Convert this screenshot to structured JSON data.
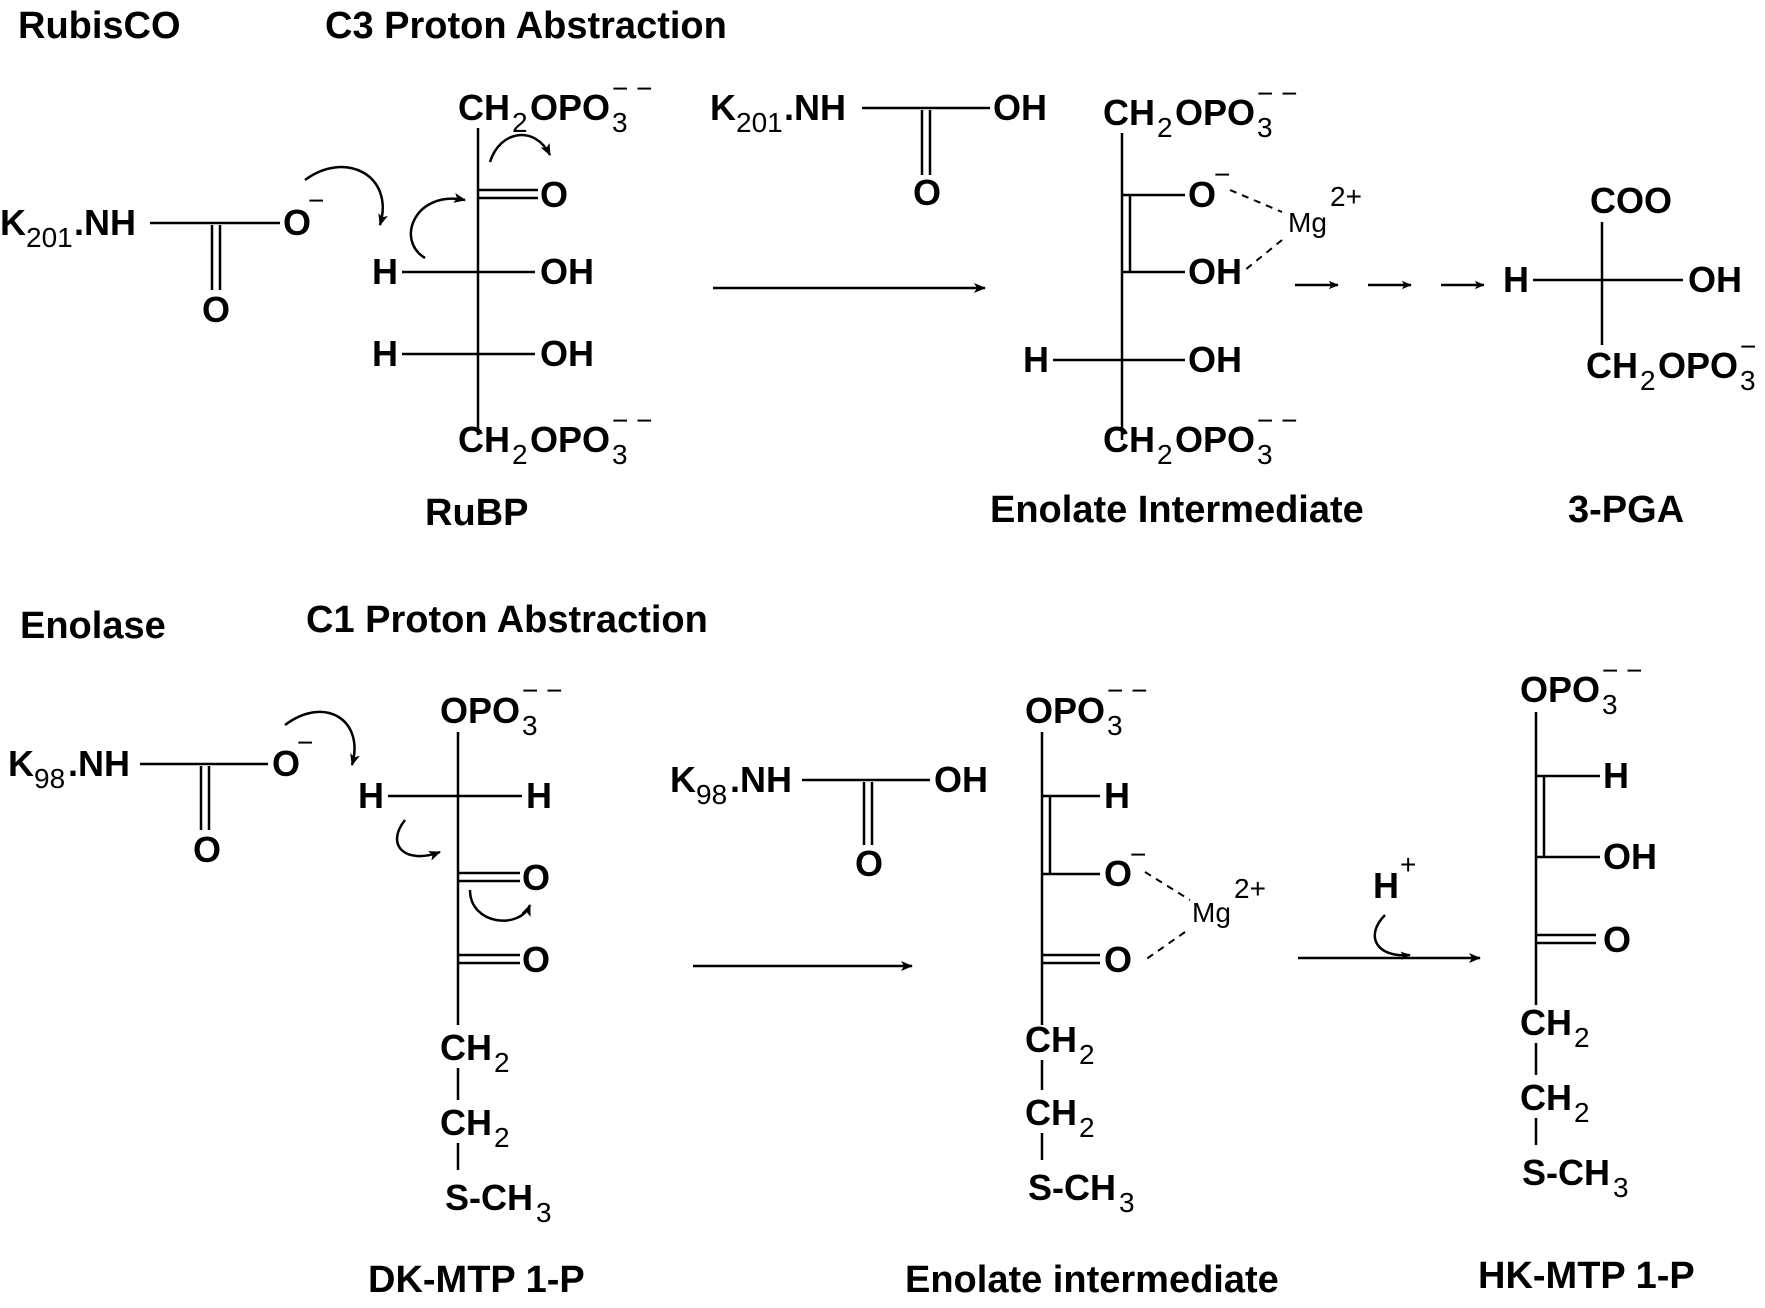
{
  "colors": {
    "ink": "#000000",
    "background": "#ffffff"
  },
  "rubisco": {
    "enzyme": "RubisCO",
    "step": "C3 Proton Abstraction",
    "lys": {
      "K": "K",
      "num": "201",
      "nh": ".NH",
      "o": "O",
      "oh": "OH",
      "ominus": "O",
      "minus": "−"
    },
    "sub": {
      "top": {
        "ch": "CH",
        "s2": "2",
        "opo": "OPO",
        "s3": "3",
        "charge": "− −"
      },
      "o": "O",
      "h1": "H",
      "oh1": "OH",
      "h2": "H",
      "oh2": "OH",
      "bot": {
        "ch": "CH",
        "s2": "2",
        "opo": "OPO",
        "s3": "3",
        "charge": "− −"
      },
      "name": "RuBP"
    },
    "int": {
      "top": {
        "ch": "CH",
        "s2": "2",
        "opo": "OPO",
        "s3": "3",
        "charge": "− −"
      },
      "ominus": "O",
      "minus": "−",
      "mg": "Mg",
      "mgcharge": "2+",
      "oh": "OH",
      "h": "H",
      "oh2": "OH",
      "bot": {
        "ch": "CH",
        "s2": "2",
        "opo": "OPO",
        "s3": "3",
        "charge": "− −"
      },
      "name": "Enolate Intermediate"
    },
    "prod": {
      "coo": "COO",
      "h": "H",
      "oh": "OH",
      "bot": {
        "ch": "CH",
        "s2": "2",
        "opo": "OPO",
        "s3": "3",
        "charge": "−"
      },
      "name": "3-PGA"
    }
  },
  "enolase": {
    "enzyme": "Enolase",
    "step": "C1 Proton Abstraction",
    "lys": {
      "K": "K",
      "num": "98",
      "nh": ".NH",
      "o": "O",
      "oh": "OH",
      "ominus": "O",
      "minus": "−"
    },
    "sub": {
      "top": {
        "opo": "OPO",
        "s3": "3",
        "charge": "− −"
      },
      "hl": "H",
      "hr": "H",
      "o1": "O",
      "o2": "O",
      "ch2a": "CH",
      "ch2b": "CH",
      "s2": "2",
      "sch": "S-CH",
      "s3": "3",
      "name": "DK-MTP 1-P"
    },
    "int": {
      "top": {
        "opo": "OPO",
        "s3": "3",
        "charge": "− −"
      },
      "h": "H",
      "ominus": "O",
      "minus": "−",
      "o": "O",
      "mg": "Mg",
      "mgcharge": "2+",
      "ch2a": "CH",
      "ch2b": "CH",
      "s2": "2",
      "sch": "S-CH",
      "s3": "3",
      "name": "Enolate intermediate"
    },
    "hplus": {
      "h": "H",
      "plus": "+"
    },
    "prod": {
      "top": {
        "opo": "OPO",
        "s3": "3",
        "charge": "− −"
      },
      "h": "H",
      "oh": "OH",
      "o": "O",
      "ch2a": "CH",
      "ch2b": "CH",
      "s2": "2",
      "sch": "S-CH",
      "s3": "3",
      "name": "HK-MTP 1-P"
    }
  }
}
